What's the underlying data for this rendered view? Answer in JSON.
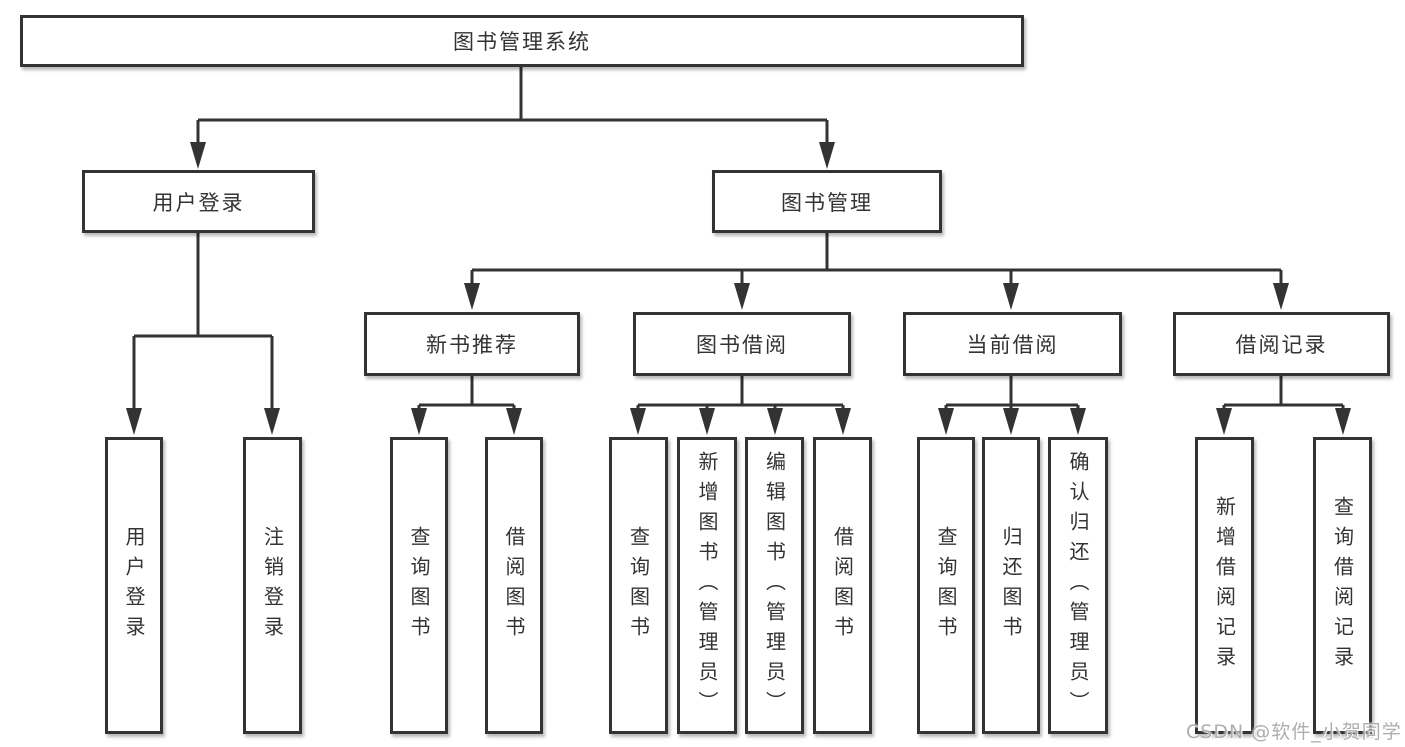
{
  "tree": {
    "root": {
      "label": "图书管理系统"
    },
    "children": [
      {
        "label": "用户登录",
        "leaves": [
          {
            "label": "用户登录"
          },
          {
            "label": "注销登录"
          }
        ]
      },
      {
        "label": "图书管理",
        "children": [
          {
            "label": "新书推荐",
            "leaves": [
              {
                "label": "查询图书"
              },
              {
                "label": "借阅图书"
              }
            ]
          },
          {
            "label": "图书借阅",
            "leaves": [
              {
                "label": "查询图书"
              },
              {
                "label": "新增图书（管理员）"
              },
              {
                "label": "编辑图书（管理员）"
              },
              {
                "label": "借阅图书"
              }
            ]
          },
          {
            "label": "当前借阅",
            "leaves": [
              {
                "label": "查询图书"
              },
              {
                "label": "归还图书"
              },
              {
                "label": "确认归还（管理员）"
              }
            ]
          },
          {
            "label": "借阅记录",
            "leaves": [
              {
                "label": "新增借阅记录"
              },
              {
                "label": "查询借阅记录"
              }
            ]
          }
        ]
      }
    ]
  },
  "watermark": "CSDN @软件_小贺同学"
}
